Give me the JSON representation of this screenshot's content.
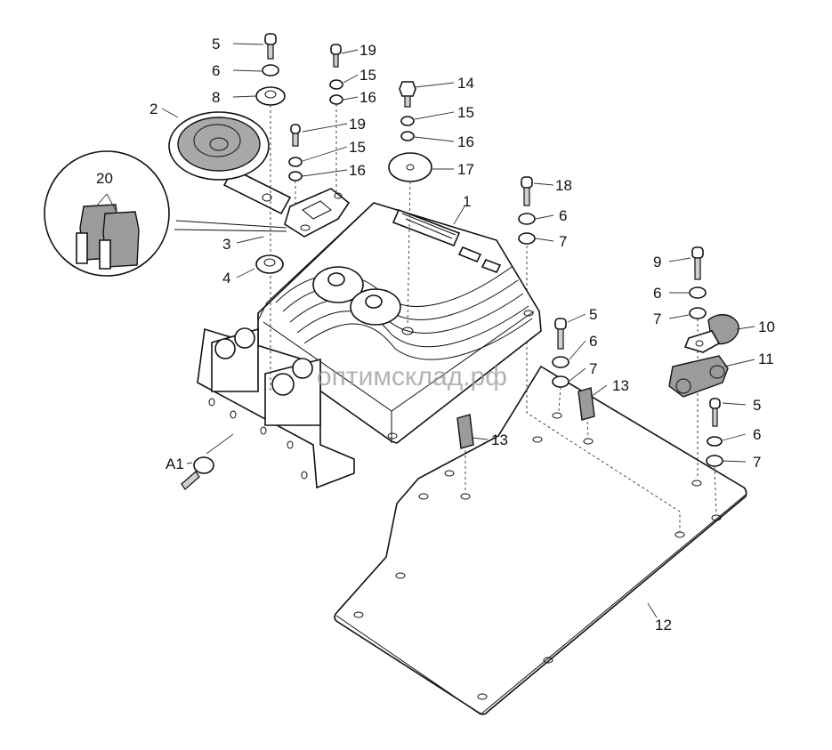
{
  "diagram": {
    "title": "Exploded parts diagram — controller mounting assembly",
    "watermark": "оптимсклад.рф",
    "callouts": [
      {
        "id": "c1",
        "label": "1",
        "part": "controller"
      },
      {
        "id": "c2",
        "label": "2",
        "part": "horn"
      },
      {
        "id": "c3",
        "label": "3",
        "part": "fuse holder bracket"
      },
      {
        "id": "c4",
        "label": "4",
        "part": "washer"
      },
      {
        "id": "c5a",
        "label": "5",
        "part": "screw"
      },
      {
        "id": "c6a",
        "label": "6",
        "part": "washer"
      },
      {
        "id": "c8",
        "label": "8",
        "part": "spacer washer"
      },
      {
        "id": "c19a",
        "label": "19",
        "part": "screw"
      },
      {
        "id": "c15a",
        "label": "15",
        "part": "washer"
      },
      {
        "id": "c16a",
        "label": "16",
        "part": "washer"
      },
      {
        "id": "c19b",
        "label": "19",
        "part": "screw"
      },
      {
        "id": "c15b",
        "label": "15",
        "part": "washer"
      },
      {
        "id": "c16b",
        "label": "16",
        "part": "washer"
      },
      {
        "id": "c14",
        "label": "14",
        "part": "hex bolt"
      },
      {
        "id": "c15c",
        "label": "15",
        "part": "washer"
      },
      {
        "id": "c16c",
        "label": "16",
        "part": "washer"
      },
      {
        "id": "c17",
        "label": "17",
        "part": "large washer"
      },
      {
        "id": "c18",
        "label": "18",
        "part": "screw"
      },
      {
        "id": "c6b",
        "label": "6",
        "part": "washer"
      },
      {
        "id": "c7a",
        "label": "7",
        "part": "washer"
      },
      {
        "id": "c9",
        "label": "9",
        "part": "screw"
      },
      {
        "id": "c6c",
        "label": "6",
        "part": "washer"
      },
      {
        "id": "c7b",
        "label": "7",
        "part": "washer"
      },
      {
        "id": "c10",
        "label": "10",
        "part": "cable clamp"
      },
      {
        "id": "c11",
        "label": "11",
        "part": "cable holder"
      },
      {
        "id": "c5b",
        "label": "5",
        "part": "screw"
      },
      {
        "id": "c6d",
        "label": "6",
        "part": "washer"
      },
      {
        "id": "c7c",
        "label": "7",
        "part": "washer"
      },
      {
        "id": "c13a",
        "label": "13",
        "part": "clip"
      },
      {
        "id": "c5c",
        "label": "5",
        "part": "screw"
      },
      {
        "id": "c6e",
        "label": "6",
        "part": "washer"
      },
      {
        "id": "c7d",
        "label": "7",
        "part": "washer"
      },
      {
        "id": "c13b",
        "label": "13",
        "part": "clip"
      },
      {
        "id": "c12",
        "label": "12",
        "part": "mounting plate"
      },
      {
        "id": "cA1",
        "label": "A1",
        "part": "ring terminal"
      },
      {
        "id": "c20",
        "label": "20",
        "part": "fuses (detail view)"
      }
    ]
  }
}
